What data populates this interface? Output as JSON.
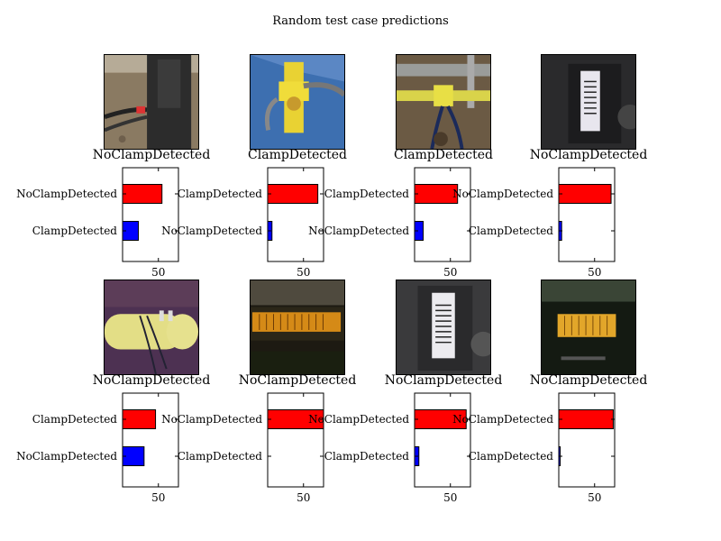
{
  "suptitle": "Random test case predictions",
  "colors": {
    "top_bar": "#ff0000",
    "bottom_bar": "#0000ff",
    "axes": "#000000",
    "background": "#ffffff"
  },
  "chart_data": [
    {
      "type": "bar",
      "orientation": "horizontal",
      "prediction": "NoClampDetected",
      "image": "photo of black pole with red wire clamp on dirt ground",
      "categories": [
        "NoClampDetected",
        "ClampDetected"
      ],
      "values": [
        55,
        22
      ],
      "xticks": [
        50
      ],
      "xlim": [
        0,
        78
      ]
    },
    {
      "type": "bar",
      "orientation": "horizontal",
      "prediction": "ClampDetected",
      "image": "photo of yellow clamp on blue tarp",
      "categories": [
        "ClampDetected",
        "NoClampDetected"
      ],
      "values": [
        70,
        6
      ],
      "xticks": [
        50
      ],
      "xlim": [
        0,
        78
      ]
    },
    {
      "type": "bar",
      "orientation": "horizontal",
      "prediction": "ClampDetected",
      "image": "photo of yellow clamp on pipe over dirt",
      "categories": [
        "ClampDetected",
        "NoClampDetected"
      ],
      "values": [
        60,
        12
      ],
      "xticks": [
        50
      ],
      "xlim": [
        0,
        78
      ]
    },
    {
      "type": "bar",
      "orientation": "horizontal",
      "prediction": "NoClampDetected",
      "image": "photo of barcode label on dark surface",
      "categories": [
        "NoClampDetected",
        "ClampDetected"
      ],
      "values": [
        73,
        4
      ],
      "xticks": [
        50
      ],
      "xlim": [
        0,
        78
      ]
    },
    {
      "type": "bar",
      "orientation": "horizontal",
      "prediction": "NoClampDetected",
      "image": "photo of yellow clamp with wires on purple ground",
      "categories": [
        "ClampDetected",
        "NoClampDetected"
      ],
      "values": [
        46,
        30
      ],
      "xticks": [
        50
      ],
      "xlim": [
        0,
        78
      ]
    },
    {
      "type": "bar",
      "orientation": "horizontal",
      "prediction": "NoClampDetected",
      "image": "photo of orange barcode label on dark metal",
      "categories": [
        "NoClampDetected",
        "ClampDetected"
      ],
      "values": [
        78,
        0
      ],
      "xticks": [
        50
      ],
      "xlim": [
        0,
        78
      ]
    },
    {
      "type": "bar",
      "orientation": "horizontal",
      "prediction": "NoClampDetected",
      "image": "photo of barcode label on dark surface",
      "categories": [
        "NoClampDetected",
        "ClampDetected"
      ],
      "values": [
        72,
        6
      ],
      "xticks": [
        50
      ],
      "xlim": [
        0,
        78
      ]
    },
    {
      "type": "bar",
      "orientation": "horizontal",
      "prediction": "NoClampDetected",
      "image": "photo of orange barcode label in dark",
      "categories": [
        "NoClampDetected",
        "ClampDetected"
      ],
      "values": [
        76,
        2
      ],
      "xticks": [
        50
      ],
      "xlim": [
        0,
        78
      ]
    }
  ]
}
